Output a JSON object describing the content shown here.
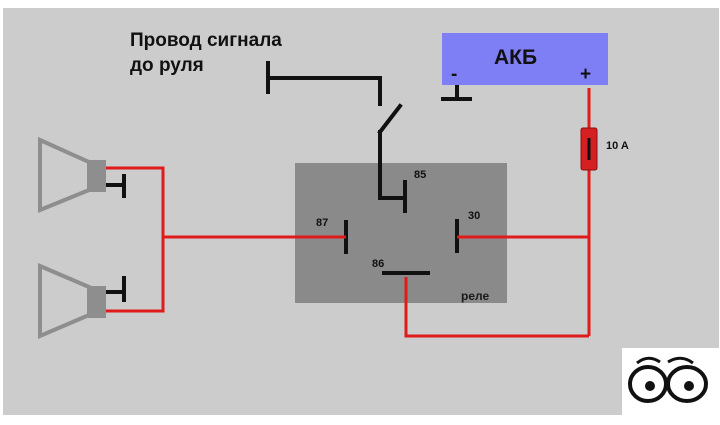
{
  "diagram": {
    "title_line1": "Провод сигнала",
    "title_line2": "до руля",
    "battery": {
      "label": "АКБ",
      "minus": "-",
      "plus": "+"
    },
    "fuse": {
      "label": "10 A"
    },
    "relay": {
      "name": "реле",
      "pins": {
        "p85": "85",
        "p87": "87",
        "p30": "30",
        "p86": "86"
      }
    },
    "colors": {
      "background": "#cccccc",
      "relay_body": "#8a8a8a",
      "battery": "#7f7ff5",
      "wire_red": "#e01b1b",
      "wire_black": "#111111",
      "horn_gray": "#8e8e8e",
      "fuse": "#d42020"
    },
    "icons": [
      "horn-icon",
      "horn-icon",
      "eyes-icon"
    ]
  }
}
